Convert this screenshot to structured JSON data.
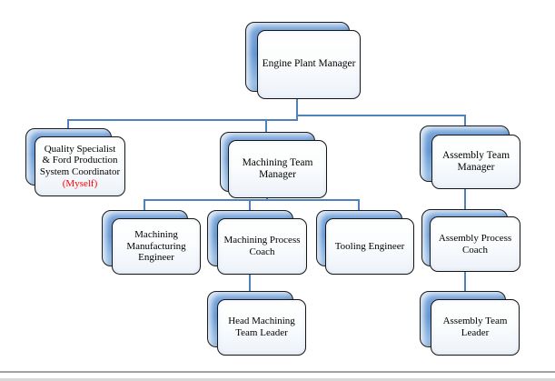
{
  "page": {
    "background": "#ffffff",
    "bottom_rule_color": "#a3a3a3",
    "bottom_strip_color": "#d9d9d9"
  },
  "style": {
    "connector_color": "#4f81bd",
    "node_back_fill": "#6f9fd6",
    "node_border": "#1a1a1a",
    "highlight_text_color": "#ff0000"
  },
  "org": {
    "type": "org-chart",
    "nodes": {
      "engine_plant_manager": {
        "label": "Engine Plant Manager",
        "lines": [
          "Engine Plant Manager"
        ],
        "reports_to": null
      },
      "quality_specialist": {
        "label": "Quality Specialist & Ford Production System Coordinator",
        "lines": [
          "Quality Specialist",
          "& Ford Production",
          "System Coordinator"
        ],
        "note": "(Myself)",
        "reports_to": "engine_plant_manager"
      },
      "machining_team_manager": {
        "label": "Machining Team Manager",
        "lines": [
          "Machining Team",
          "Manager"
        ],
        "reports_to": "engine_plant_manager"
      },
      "assembly_team_manager": {
        "label": "Assembly Team Manager",
        "lines": [
          "Assembly Team",
          "Manager"
        ],
        "reports_to": "engine_plant_manager"
      },
      "machining_manufacturing_engineer": {
        "label": "Machining Manufacturing Engineer",
        "lines": [
          "Machining",
          "Manufacturing",
          "Engineer"
        ],
        "reports_to": "machining_team_manager"
      },
      "machining_process_coach": {
        "label": "Machining Process Coach",
        "lines": [
          "Machining Process",
          "Coach"
        ],
        "reports_to": "machining_team_manager"
      },
      "tooling_engineer": {
        "label": "Tooling Engineer",
        "lines": [
          "Tooling Engineer"
        ],
        "reports_to": "machining_team_manager"
      },
      "assembly_process_coach": {
        "label": "Assembly Process Coach",
        "lines": [
          "Assembly Process",
          "Coach"
        ],
        "reports_to": "assembly_team_manager"
      },
      "head_machining_team_leader": {
        "label": "Head Machining Team Leader",
        "lines": [
          "Head Machining",
          "Team Leader"
        ],
        "reports_to": "machining_process_coach"
      },
      "assembly_team_leader": {
        "label": "Assembly Team Leader",
        "lines": [
          "Assembly Team",
          "Leader"
        ],
        "reports_to": "assembly_process_coach"
      }
    }
  }
}
